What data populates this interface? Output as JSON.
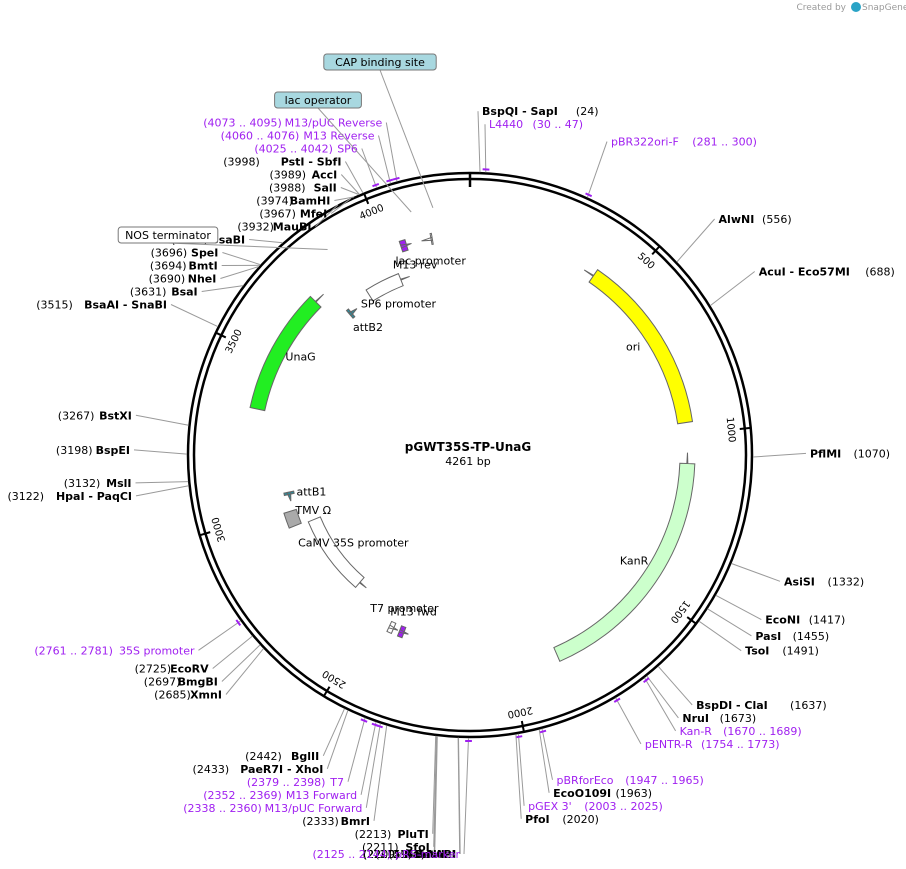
{
  "credit": {
    "prefix": "Created by",
    "brand": "SnapGene"
  },
  "plasmid": {
    "name": "pGWT35S-TP-UnaG",
    "length": "4261 bp"
  },
  "scale_ticks": [
    {
      "label": "500",
      "bp": 500
    },
    {
      "label": "1000",
      "bp": 1000
    },
    {
      "label": "1500",
      "bp": 1500
    },
    {
      "label": "2000",
      "bp": 2000
    },
    {
      "label": "2500",
      "bp": 2500
    },
    {
      "label": "3000",
      "bp": 3000
    },
    {
      "label": "3500",
      "bp": 3500
    },
    {
      "label": "4000",
      "bp": 4000
    }
  ],
  "sites": [
    {
      "kind": "enz",
      "names": "BspQI  - SapI",
      "pos": "(24)",
      "bp": 24
    },
    {
      "kind": "primer",
      "names": "L4440",
      "pos": "(30 .. 47)",
      "bp": 38
    },
    {
      "kind": "primer",
      "names": "pBR322ori-F",
      "pos": "(281 .. 300)",
      "bp": 290
    },
    {
      "kind": "enz",
      "names": "AlwNI",
      "pos": "(556)",
      "bp": 556
    },
    {
      "kind": "enz",
      "names": "AcuI  - Eco57MI",
      "pos": "(688)",
      "bp": 688
    },
    {
      "kind": "enz",
      "names": "PflMI",
      "pos": "(1070)",
      "bp": 1070
    },
    {
      "kind": "enz",
      "names": "AsiSI",
      "pos": "(1332)",
      "bp": 1332
    },
    {
      "kind": "enz",
      "names": "EcoNI",
      "pos": "(1417)",
      "bp": 1417
    },
    {
      "kind": "enz",
      "names": "PasI",
      "pos": "(1455)",
      "bp": 1455
    },
    {
      "kind": "enz",
      "names": "TsoI",
      "pos": "(1491)",
      "bp": 1491
    },
    {
      "kind": "enz",
      "names": "BspDI  - ClaI",
      "pos": "(1637)",
      "bp": 1637
    },
    {
      "kind": "primer",
      "names": "Kan-R",
      "pos": "(1670 .. 1689)",
      "bp": 1680
    },
    {
      "kind": "enz",
      "names": "NruI",
      "pos": "(1673)",
      "bp": 1673
    },
    {
      "kind": "primer",
      "names": "pENTR-R",
      "pos": "(1754 .. 1773)",
      "bp": 1764
    },
    {
      "kind": "primer",
      "names": "pBRforEco",
      "pos": "(1947 .. 1965)",
      "bp": 1956
    },
    {
      "kind": "enz",
      "names": "EcoO109I",
      "pos": "(1963)",
      "bp": 1963
    },
    {
      "kind": "enz",
      "names": "PfoI",
      "pos": "(2020)",
      "bp": 2020
    },
    {
      "kind": "primer",
      "names": "pGEX 3'",
      "pos": "(2003 .. 2025)",
      "bp": 2014
    },
    {
      "kind": "primer",
      "names": "pRS-marker",
      "pos": "(2125 .. 2144)",
      "bp": 2134
    },
    {
      "kind": "enz",
      "names": "NdeI",
      "pos": "(2158)",
      "bp": 2158
    },
    {
      "kind": "enz",
      "names": "BstAPI",
      "pos": "(2159)",
      "bp": 2159
    },
    {
      "kind": "enz",
      "names": "KasI",
      "pos": "(2209)",
      "bp": 2209
    },
    {
      "kind": "enz",
      "names": "NarI",
      "pos": "(2210)",
      "bp": 2210
    },
    {
      "kind": "enz",
      "names": "SfoI",
      "pos": "(2211)",
      "bp": 2211
    },
    {
      "kind": "enz",
      "names": "PluTI",
      "pos": "(2213)",
      "bp": 2213
    },
    {
      "kind": "enz",
      "names": "BmrI",
      "pos": "(2333)",
      "bp": 2333
    },
    {
      "kind": "primer",
      "names": "M13/pUC Forward",
      "pos": "(2338 .. 2360)",
      "bp": 2349
    },
    {
      "kind": "primer",
      "names": "M13 Forward",
      "pos": "(2352 .. 2369)",
      "bp": 2360
    },
    {
      "kind": "primer",
      "names": "T7",
      "pos": "(2379 .. 2398)",
      "bp": 2388
    },
    {
      "kind": "enz",
      "names": "PaeR7I  - XhoI",
      "pos": "(2433)",
      "bp": 2433
    },
    {
      "kind": "enz",
      "names": "BglII",
      "pos": "(2442)",
      "bp": 2442
    },
    {
      "kind": "enz",
      "names": "XmnI",
      "pos": "(2685)",
      "bp": 2685
    },
    {
      "kind": "enz",
      "names": "BmgBI",
      "pos": "(2697)",
      "bp": 2697
    },
    {
      "kind": "enz",
      "names": "EcoRV",
      "pos": "(2725)",
      "bp": 2725
    },
    {
      "kind": "primer",
      "names": "35S promoter",
      "pos": "(2761 .. 2781)",
      "bp": 2771
    },
    {
      "kind": "enz",
      "names": "HpaI  - PaqCI",
      "pos": "(3122)",
      "bp": 3122
    },
    {
      "kind": "enz",
      "names": "MslI",
      "pos": "(3132)",
      "bp": 3132
    },
    {
      "kind": "enz",
      "names": "BspEI",
      "pos": "(3198)",
      "bp": 3198
    },
    {
      "kind": "enz",
      "names": "BstXI",
      "pos": "(3267)",
      "bp": 3267
    },
    {
      "kind": "enz",
      "names": "BsaAI  - SnaBI",
      "pos": "(3515)",
      "bp": 3515
    },
    {
      "kind": "enz",
      "names": "BsaI",
      "pos": "(3631)",
      "bp": 3631
    },
    {
      "kind": "enz",
      "names": "NheI",
      "pos": "(3690)",
      "bp": 3690
    },
    {
      "kind": "enz",
      "names": "BmtI",
      "pos": "(3694)",
      "bp": 3694
    },
    {
      "kind": "enz",
      "names": "SpeI",
      "pos": "(3696)",
      "bp": 3696
    },
    {
      "kind": "enz",
      "names": "BsaBI",
      "pos": "(3771)",
      "bp": 3771
    },
    {
      "kind": "enz",
      "names": "MauBI",
      "pos": "(3932)",
      "bp": 3932
    },
    {
      "kind": "enz",
      "names": "MfeI",
      "pos": "(3967)",
      "bp": 3967
    },
    {
      "kind": "enz",
      "names": "BamHI",
      "pos": "(3974)",
      "bp": 3974
    },
    {
      "kind": "enz",
      "names": "SalI",
      "pos": "(3988)",
      "bp": 3988
    },
    {
      "kind": "enz",
      "names": "AccI",
      "pos": "(3989)",
      "bp": 3989
    },
    {
      "kind": "enz",
      "names": "PstI  - SbfI",
      "pos": "(3998)",
      "bp": 3998
    },
    {
      "kind": "primer",
      "names": "SP6",
      "pos": "(4025 .. 4042)",
      "bp": 4033
    },
    {
      "kind": "primer",
      "names": "M13 Reverse",
      "pos": "(4060 .. 4076)",
      "bp": 4068
    },
    {
      "kind": "primer",
      "names": "M13/pUC Reverse",
      "pos": "(4073 .. 4095)",
      "bp": 4084
    }
  ],
  "boxed_features": [
    {
      "label": "CAP binding site",
      "bp": 4160
    },
    {
      "label": "lac operator",
      "bp": 4100
    },
    {
      "label": "NOS terminator",
      "bp": 3850
    }
  ],
  "features": [
    {
      "label": "ori",
      "start": 375,
      "end": 964,
      "dir": -1,
      "color": "#ffff00"
    },
    {
      "label": "KanR",
      "start": 1058,
      "end": 1852,
      "dir": -1,
      "color": "#ccffcc"
    },
    {
      "label": "UnaG",
      "start": 3340,
      "end": 3760,
      "dir": 1,
      "color": "#22ee22"
    },
    {
      "label": "SP6 promoter",
      "start": 3880,
      "end": 4040,
      "dir": 1,
      "color": "#ffffff"
    },
    {
      "label": "M13 rev",
      "start": 4062,
      "end": 4078,
      "dir": 1,
      "color": "#a020f0"
    },
    {
      "label": "lac promoter",
      "start": 4110,
      "end": 4140,
      "dir": -1,
      "color": "#ffffff"
    },
    {
      "label": "attB2",
      "start": 3790,
      "end": 3815,
      "dir": 1,
      "color": "#2e8a9a"
    },
    {
      "label": "attB1",
      "start": 3025,
      "end": 3050,
      "dir": -1,
      "color": "#2e8a9a"
    },
    {
      "label": "TMV Ω",
      "start": 2935,
      "end": 2990,
      "dir": 0,
      "color": "#aaaaaa"
    },
    {
      "label": "CaMV 35S promoter",
      "start": 2580,
      "end": 2930,
      "dir": -1,
      "color": "#ffffff"
    },
    {
      "label": "T7 promoter",
      "start": 2395,
      "end": 2412,
      "dir": -1,
      "color": "#ffffff"
    },
    {
      "label": "M13 fwd",
      "start": 2355,
      "end": 2372,
      "dir": -1,
      "color": "#a020f0"
    }
  ]
}
